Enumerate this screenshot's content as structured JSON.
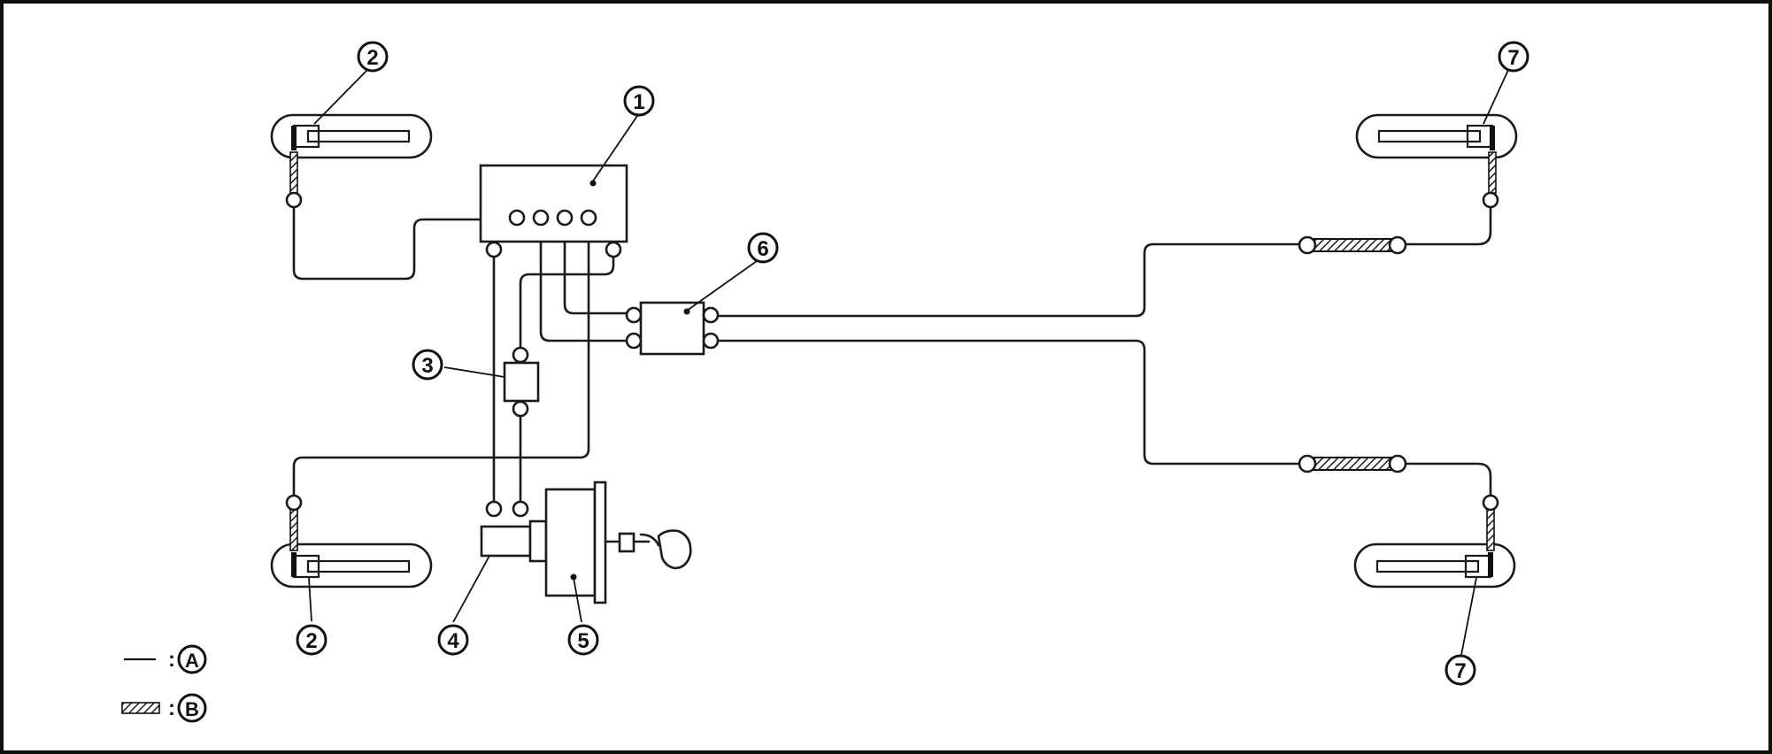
{
  "callouts": {
    "c1": "1",
    "c2_top": "2",
    "c2_bottom": "2",
    "c3": "3",
    "c4": "4",
    "c5": "5",
    "c6": "6",
    "c7_top": "7",
    "c7_bottom": "7"
  },
  "legend": {
    "a_sep": ":",
    "a_letter": "A",
    "b_sep": ":",
    "b_letter": "B"
  }
}
